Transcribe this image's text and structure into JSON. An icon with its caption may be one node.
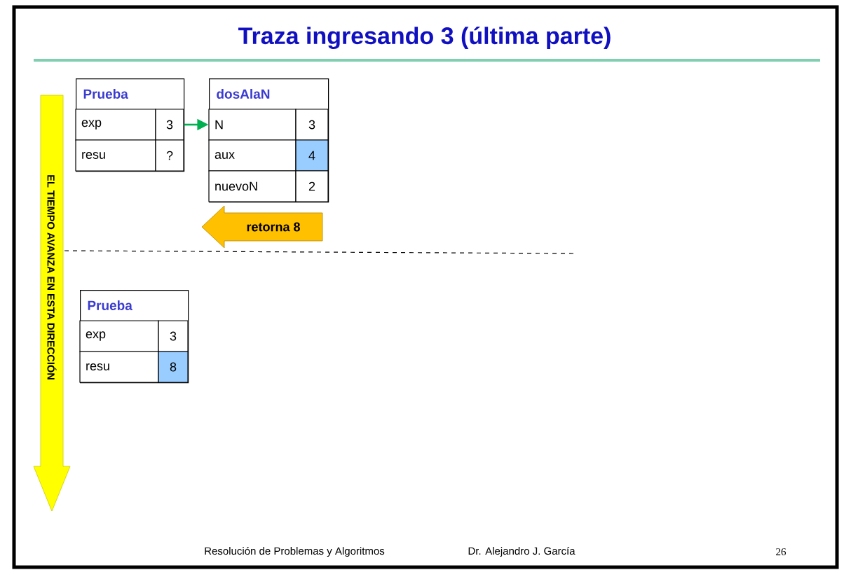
{
  "diagram": {
    "title": "Traza ingresando 3 (última parte)",
    "nodes": [
      {
        "text": [
          "EL TIEMPO AVANZA EN ESTA DIRECCIÓN"
        ]
      },
      {
        "text": [
          "Prueba"
        ]
      },
      {
        "text": [
          "exp"
        ],
        "in": 1
      },
      {
        "text": [
          "3"
        ],
        "in": 1
      },
      {
        "text": [
          "resu"
        ],
        "in": 1
      },
      {
        "text": [
          "?"
        ],
        "in": 1
      },
      {
        "text": [
          "dosAlaN"
        ]
      },
      {
        "text": [
          "N"
        ],
        "in": 6
      },
      {
        "text": [
          "3"
        ],
        "in": 6
      },
      {
        "text": [
          "aux"
        ],
        "in": 6
      },
      {
        "text": [
          "4"
        ],
        "in": 6
      },
      {
        "text": [
          "nuevoN"
        ],
        "in": 6
      },
      {
        "text": [
          "2"
        ],
        "in": 6
      },
      {
        "text": [
          "retorna  8"
        ]
      },
      {
        "text": [
          "Prueba"
        ]
      },
      {
        "text": [
          "exp"
        ],
        "in": 14
      },
      {
        "text": [
          "3"
        ],
        "in": 14
      },
      {
        "text": [
          "resu"
        ],
        "in": 14
      },
      {
        "text": [
          "8"
        ],
        "in": 14
      }
    ],
    "edges": [
      {
        "from": 3,
        "to": 7,
        "arrow": "to",
        "color": "#00b050"
      }
    ],
    "labels": [
      "Resolución de Problemas y Algoritmos",
      "Dr. Alejandro J. García",
      "26"
    ]
  }
}
